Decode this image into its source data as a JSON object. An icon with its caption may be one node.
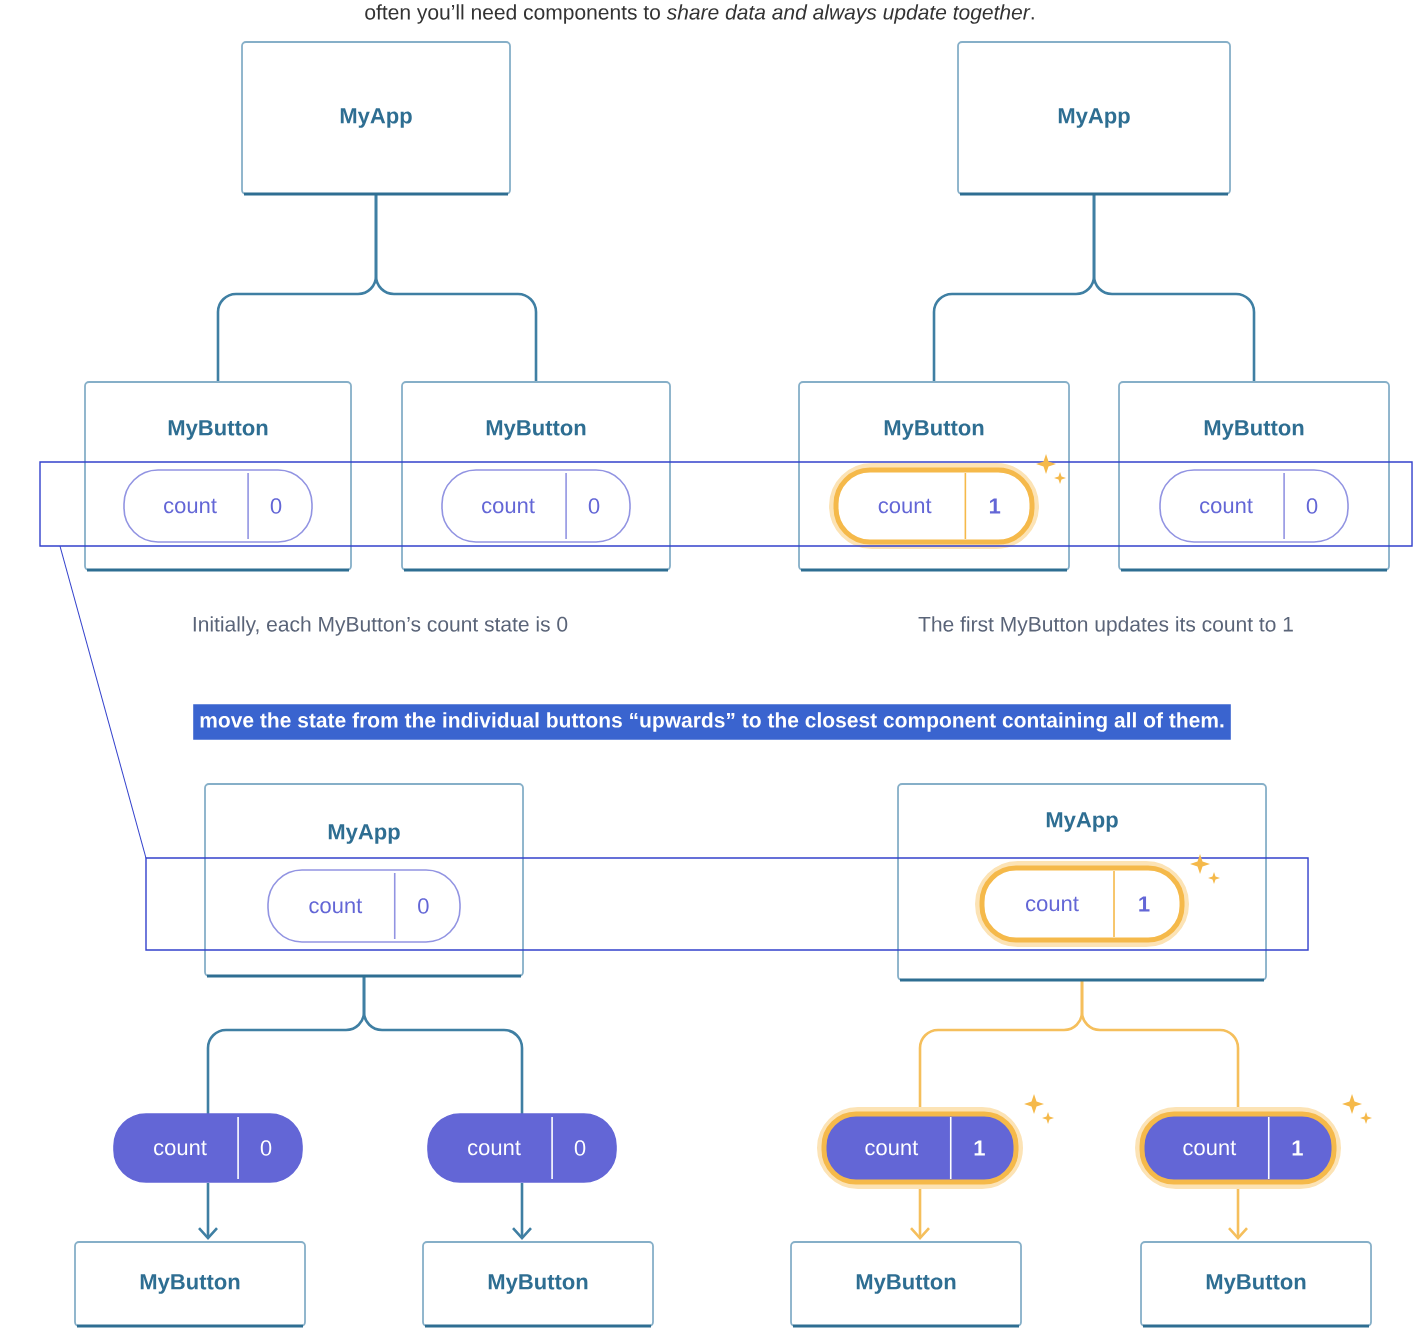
{
  "diagram": {
    "nodes": [
      {
        "text": [
          "MyApp"
        ]
      },
      {
        "text": [
          "MyButton"
        ]
      },
      {
        "text": [
          "count",
          "0"
        ]
      },
      {
        "text": [
          "MyButton"
        ]
      },
      {
        "text": [
          "count",
          "0"
        ]
      },
      {
        "text": [
          "MyApp"
        ]
      },
      {
        "text": [
          "MyButton"
        ]
      },
      {
        "text": [
          "count",
          "1"
        ]
      },
      {
        "text": [
          "MyButton"
        ]
      },
      {
        "text": [
          "count",
          "0"
        ]
      },
      {
        "text": [
          "MyApp"
        ]
      },
      {
        "text": [
          "count",
          "0"
        ]
      },
      {
        "text": [
          "count",
          "0"
        ]
      },
      {
        "text": [
          "count",
          "0"
        ]
      },
      {
        "text": [
          "MyButton"
        ]
      },
      {
        "text": [
          "MyButton"
        ]
      },
      {
        "text": [
          "MyApp"
        ]
      },
      {
        "text": [
          "count",
          "1"
        ]
      },
      {
        "text": [
          "count",
          "1"
        ]
      },
      {
        "text": [
          "count",
          "1"
        ]
      },
      {
        "text": [
          "MyButton"
        ]
      },
      {
        "text": [
          "MyButton"
        ]
      },
      {
        "text": [],
        "shape": "box"
      },
      {
        "text": [],
        "shape": "box"
      }
    ],
    "edges": [
      {
        "from": 0,
        "to": 1,
        "arrow": "none"
      },
      {
        "from": 0,
        "to": 3,
        "arrow": "none"
      },
      {
        "from": 5,
        "to": 6,
        "arrow": "none"
      },
      {
        "from": 5,
        "to": 8,
        "arrow": "none"
      },
      {
        "from": 10,
        "to": 12,
        "arrow": "none"
      },
      {
        "from": 10,
        "to": 13,
        "arrow": "none"
      },
      {
        "from": 12,
        "to": 14,
        "arrow": "to"
      },
      {
        "from": 13,
        "to": 15,
        "arrow": "to"
      },
      {
        "from": 16,
        "to": 18,
        "arrow": "none",
        "color": "#f5bf5c"
      },
      {
        "from": 16,
        "to": 19,
        "arrow": "none",
        "color": "#f5bf5c"
      },
      {
        "from": 18,
        "to": 20,
        "arrow": "to",
        "color": "#f5bf5c"
      },
      {
        "from": 19,
        "to": 21,
        "arrow": "to",
        "color": "#f5bf5c"
      },
      {
        "from": 22,
        "to": 23,
        "arrow": "none",
        "color": "#3341cc"
      }
    ],
    "labels": [
      "often you’ll need components to *share data and always update together*.",
      "Initially, each MyButton’s count state is 0",
      "The first MyButton updates its count to 1",
      "move the state from the individual buttons “upwards” to the closest component containing all of them."
    ]
  }
}
